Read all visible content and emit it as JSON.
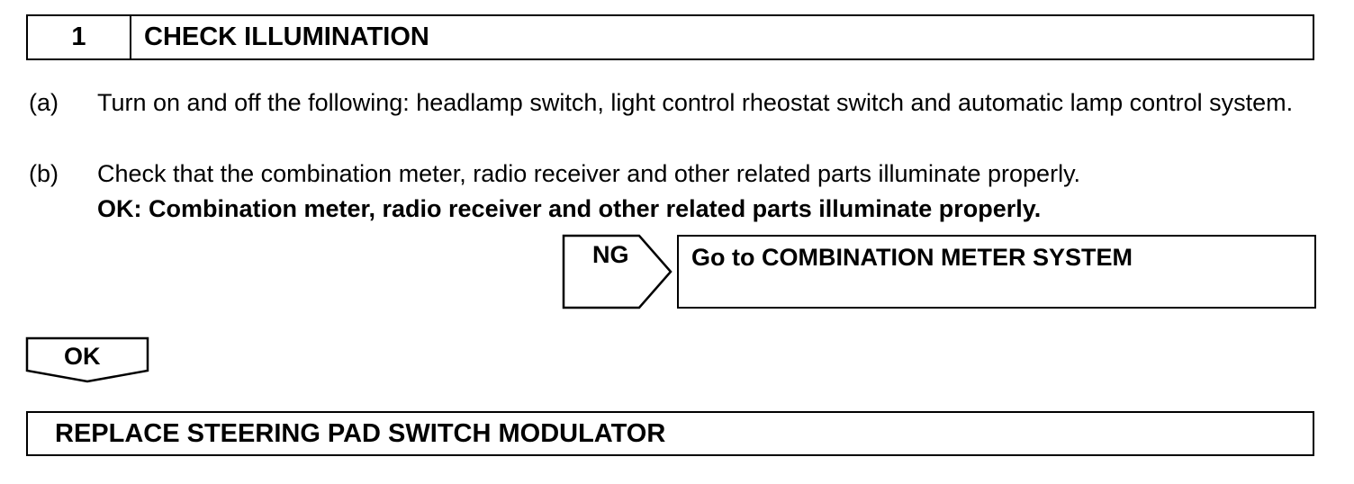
{
  "step": {
    "number": "1",
    "title": "CHECK ILLUMINATION"
  },
  "instructions": [
    {
      "marker": "(a)",
      "text": "Turn on and off the following: headlamp switch, light control rheostat switch and automatic lamp control system."
    },
    {
      "marker": "(b)",
      "text": "Check that the combination meter, radio receiver and other related parts illuminate properly."
    }
  ],
  "ok_criteria": "OK: Combination meter, radio receiver and other related parts illuminate properly.",
  "ng_branch": {
    "label": "NG",
    "result": "Go to COMBINATION METER SYSTEM"
  },
  "ok_branch": {
    "label": "OK"
  },
  "final_action": "REPLACE STEERING PAD SWITCH MODULATOR"
}
